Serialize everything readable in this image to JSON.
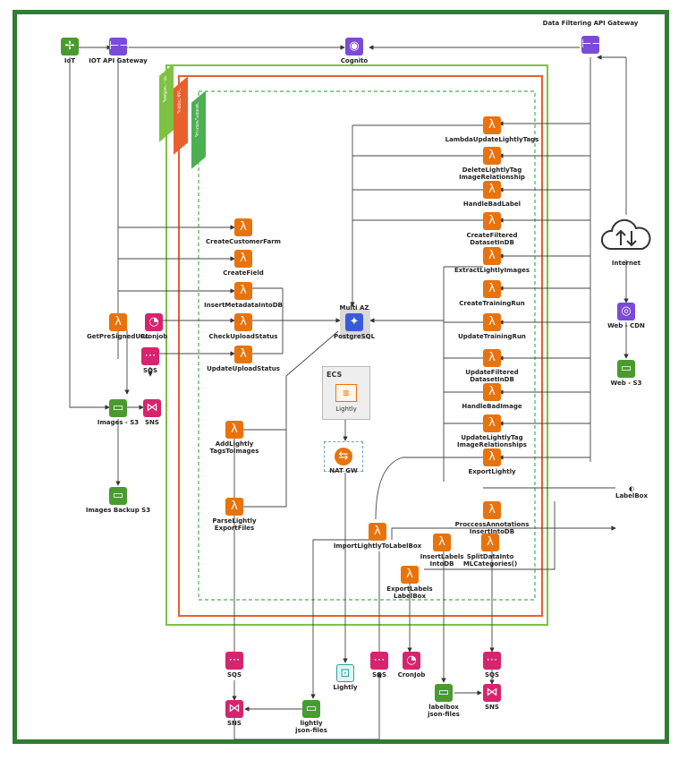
{
  "header": {
    "api_gateway_title": "Data Filtering API Gateway"
  },
  "tags": {
    "region": "Region - us",
    "vpc": "Public VPC",
    "subnet": "Private Subnet"
  },
  "nodes": {
    "iot": "IoT",
    "iot_api_gateway": "IOT API Gateway",
    "cognito": "Cognito",
    "lambda_update_lightly_tags": "LambdaUpdateLightlyTags",
    "delete_lightly_tag": "DeleteLightlyTag\nImageRelationship",
    "handle_bad_label": "HandleBadLabel",
    "create_filtered_dataset": "CreateFiltered\nDatasetInDB",
    "extract_lightly_images": "ExtractLightlyImages",
    "create_training_run": "CreateTrainingRun",
    "update_training_run": "UpdateTrainingRun",
    "update_filtered_dataset": "UpdateFiltered\nDatasetInDB",
    "handle_bad_image": "HandleBadImage",
    "update_lightly_tag": "UpdateLightlyTag\nImageRelationships",
    "export_lightly": "ExportLightly",
    "create_customer_farm": "CreateCustomerFarm",
    "create_field": "CreateField",
    "insert_metadata": "InsertMetadataIntoDB",
    "check_upload_status": "CheckUploadStatus",
    "update_upload_status": "UpdateUploadStatus",
    "get_presigned_url": "GetPreSignedURL",
    "cronjob_top": "Cronjob",
    "sqs_top": "SQS",
    "images_s3": "Images - S3",
    "sns_top": "SNS",
    "images_backup": "Images Backup S3",
    "multi_az": "Multi AZ",
    "postgresql": "PostgreSQL",
    "ecs_title": "ECS",
    "ecs_task": "Lightly",
    "nat_gw": "NAT GW",
    "add_lightly_tags": "AddLightly\nTagsToImages",
    "parse_lightly": "ParseLightly\nExportFiles",
    "import_lightly": "ImportLightlyToLabelBox",
    "process_annotations": "ProccessAnnotations\nInsertIntoDB",
    "insert_labels": "InsertLabels\nIntoDB",
    "split_data": "SplitDataInto\nMLCategories()",
    "export_labels": "ExportLabels\nLabelBox",
    "labelbox": "LabelBox",
    "internet": "Internet",
    "web_cdn": "Web - CDN",
    "web_s3": "Web - S3",
    "sqs_b1": "SQS",
    "sns_b1": "SNS",
    "lightly_json": "lightly\njson-files",
    "lightly_b": "Lightly",
    "sqs_b2": "SQS",
    "cronjob_b": "CronJob",
    "labelbox_json": "labelbox\njson-files",
    "sqs_b3": "SQS",
    "sns_b3": "SNS"
  },
  "icons": {
    "lambda": "lambda-icon",
    "sqs": "sqs-icon",
    "sns": "sns-icon",
    "s3": "s3-bucket-icon",
    "gateway": "api-gateway-icon"
  },
  "colors": {
    "frame": "#2e7d32",
    "region": "#7dc242",
    "vpc": "#e8602c",
    "subnet": "#4caf50",
    "lambda": "#e8730c",
    "queue": "#d6246e"
  }
}
